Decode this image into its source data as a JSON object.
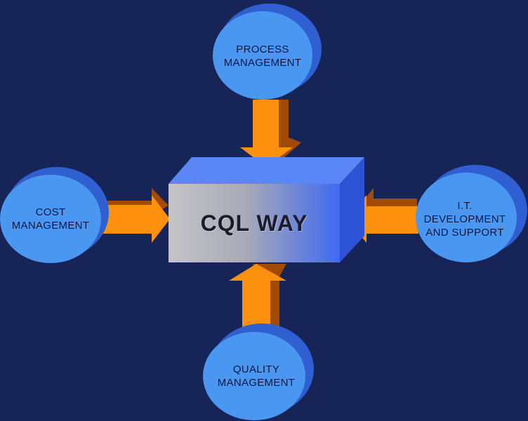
{
  "diagram": {
    "center": {
      "label": "CQL WAY"
    },
    "nodes": [
      {
        "id": "process",
        "lines": [
          "PROCESS",
          "MANAGEMENT"
        ]
      },
      {
        "id": "cost",
        "lines": [
          "COST",
          "MANAGEMENT"
        ]
      },
      {
        "id": "it",
        "lines": [
          "I.T.",
          "DEVELOPMENT",
          "AND SUPPORT"
        ]
      },
      {
        "id": "quality",
        "lines": [
          "QUALITY",
          "MANAGEMENT"
        ]
      }
    ]
  },
  "colors": {
    "background": "#162458",
    "circle_fill": "#4a97f2",
    "circle_shadow": "#2f5fd0",
    "arrow_fill": "#fd900d",
    "arrow_shade": "#a24a08",
    "box_front_left": "#c4c4c6",
    "box_front_right": "#3f6af2",
    "box_top": "#5a86f6",
    "box_side": "#2d52d4"
  }
}
